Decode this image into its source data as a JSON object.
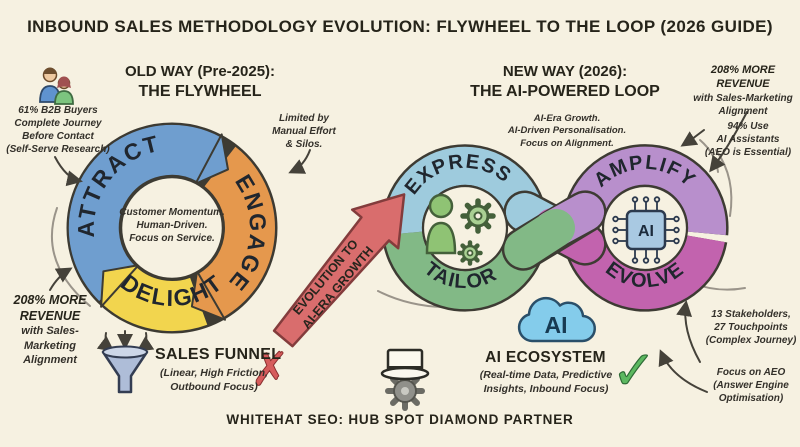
{
  "title": "INBOUND SALES METHODOLOGY EVOLUTION: FLYWHEEL TO THE LOOP (2026 GUIDE)",
  "old_way": {
    "heading_line1": "OLD WAY (Pre-2025):",
    "heading_line2": "THE FLYWHEEL",
    "segments": {
      "attract": "ATTRACT",
      "engage": "ENGAGE",
      "delight": "DELIGHT"
    },
    "center_lines": [
      "Customer Momentum.",
      "Human-Driven.",
      "Focus on Service."
    ],
    "colors": {
      "attract": "#6f9ecf",
      "engage": "#e5984d",
      "delight": "#f2d54e"
    }
  },
  "new_way": {
    "heading_line1": "NEW WAY (2026):",
    "heading_line2": "THE AI-POWERED LOOP",
    "note_lines": [
      "AI-Era Growth.",
      "AI-Driven Personalisation.",
      "Focus on Alignment."
    ],
    "segments": {
      "express": "EXPRESS",
      "tailor": "TAILOR",
      "amplify": "AMPLIFY",
      "evolve": "EVOLVE"
    },
    "ai_chip_label": "AI",
    "colors": {
      "express": "#9ecbdd",
      "tailor": "#82b986",
      "amplify": "#b88fcc",
      "evolve": "#c263ae"
    }
  },
  "evolution_arrow": {
    "line1": "EVOLUTION TO",
    "line2": "AI-ERA GROWTH",
    "color": "#d96d6d"
  },
  "annotations": {
    "b2b_buyers": {
      "lines": [
        "61% B2B Buyers",
        "Complete Journey",
        "Before Contact",
        "(Self-Serve Research)"
      ]
    },
    "limited_by": {
      "lines": [
        "Limited by",
        "Manual Effort",
        "& Silos."
      ]
    },
    "revenue_left": {
      "strong": [
        "208% MORE",
        "REVENUE"
      ],
      "rest": [
        "with Sales-",
        "Marketing",
        "Alignment"
      ]
    },
    "revenue_right": {
      "strong": [
        "208% MORE REVENUE"
      ],
      "rest": [
        "with Sales-Marketing",
        "Alignment"
      ]
    },
    "ai_assistants": {
      "lines": [
        "94% Use",
        "AI Assistants",
        "(AEO is Essential)"
      ]
    },
    "stakeholders": {
      "lines": [
        "13 Stakeholders,",
        "27 Touchpoints",
        "(Complex Journey)"
      ]
    },
    "focus_aeo": {
      "lines": [
        "Focus on AEO",
        "(Answer Engine",
        "Optimisation)"
      ]
    }
  },
  "sales_funnel": {
    "label": "SALES FUNNEL",
    "sub_line1": "(Linear, High Friction,",
    "sub_line2": "Outbound Focus)",
    "reject_icon": "✗"
  },
  "ai_ecosystem": {
    "label": "AI ECOSYSTEM",
    "sub_line1": "(Real-time Data, Predictive",
    "sub_line2": "Insights, Inbound Focus)",
    "cloud_label": "AI",
    "accept_icon": "✓"
  },
  "footer": "WHITEHAT SEO: HUB SPOT DIAMOND PARTNER"
}
